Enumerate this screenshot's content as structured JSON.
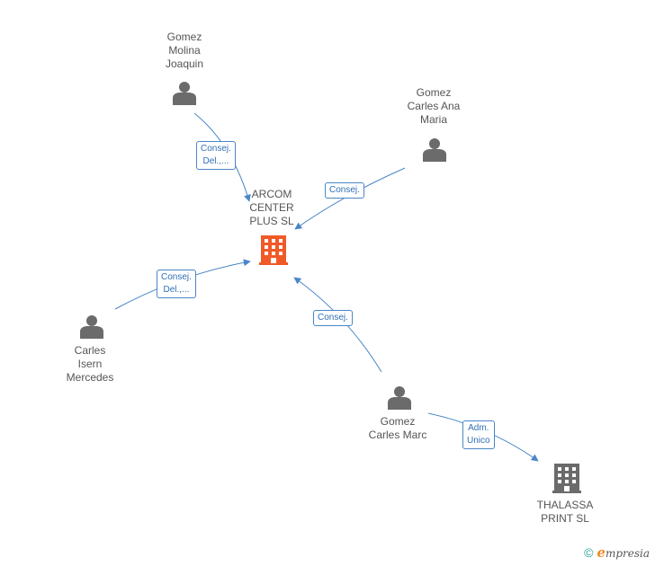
{
  "nodes": {
    "arcom": {
      "lines": [
        "ARCOM",
        "CENTER",
        "PLUS SL"
      ],
      "icon": "building-icon",
      "color": "#f05a28"
    },
    "thalassa": {
      "lines": [
        "THALASSA",
        "PRINT SL"
      ],
      "icon": "building-icon",
      "color": "#6b6b6b"
    },
    "gomez_molina": {
      "lines": [
        "Gomez",
        "Molina",
        "Joaquin"
      ],
      "icon": "person-icon"
    },
    "gomez_carles_ana": {
      "lines": [
        "Gomez",
        "Carles Ana",
        "Maria"
      ],
      "icon": "person-icon"
    },
    "carles_isern": {
      "lines": [
        "Carles",
        "Isern",
        "Mercedes"
      ],
      "icon": "person-icon"
    },
    "gomez_carles_marc": {
      "lines": [
        "Gomez",
        "Carles Marc"
      ],
      "icon": "person-icon"
    }
  },
  "edges": {
    "e1": {
      "lines": [
        "Consej.",
        "Del.,..."
      ]
    },
    "e2": {
      "lines": [
        "Consej."
      ]
    },
    "e3": {
      "lines": [
        "Consej.",
        "Del.,..."
      ]
    },
    "e4": {
      "lines": [
        "Consej."
      ]
    },
    "e5": {
      "lines": [
        "Adm.",
        "Unico"
      ]
    }
  },
  "colors": {
    "edge": "#4a86c8",
    "person": "#6b6b6b",
    "label": "#555555"
  },
  "footer": {
    "copyright": "©",
    "brand_initial": "e",
    "brand_rest": "mpresia"
  }
}
